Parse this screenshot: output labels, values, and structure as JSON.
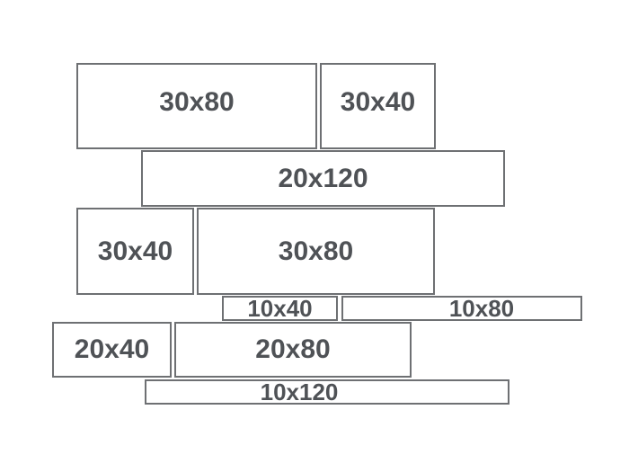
{
  "diagram": {
    "description": "Tile size format layout diagram",
    "tiles": [
      {
        "label": "30x80"
      },
      {
        "label": "30x40"
      },
      {
        "label": "20x120"
      },
      {
        "label": "30x40"
      },
      {
        "label": "30x80"
      },
      {
        "label": "10x40"
      },
      {
        "label": "10x80"
      },
      {
        "label": "20x40"
      },
      {
        "label": "20x80"
      },
      {
        "label": "10x120"
      }
    ]
  },
  "colors": {
    "background": "#FFFFFF",
    "tile_fill": "#FFFFFF",
    "tile_border": "#6E7073",
    "label_text": "#4F5256"
  }
}
